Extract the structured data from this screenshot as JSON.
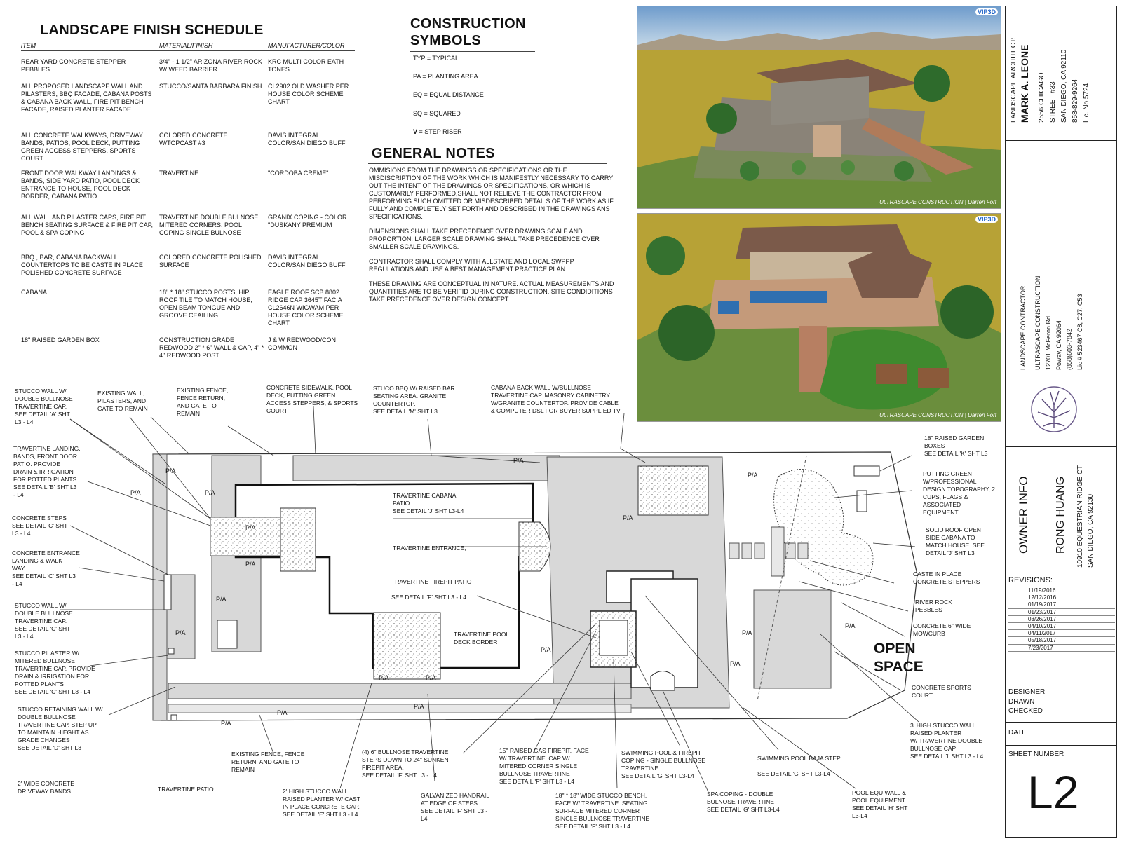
{
  "schedule": {
    "title": "LANDSCAPE FINISH SCHEDULE",
    "headers": [
      "iTEM",
      "MATERIAL/FINISH",
      "MANUFACTURER/COLOR"
    ],
    "rows": [
      [
        "REAR YARD CONCRETE STEPPER PEBBLES",
        "3/4\" - 1 1/2\" ARIZONA RIVER ROCK W/ WEED BARRIER",
        "KRC  MULTI COLOR EATH TONES"
      ],
      [
        "ALL PROPOSED LANDSCAPE WALL AND PILASTERS, BBQ FACADE, CABANA POSTS & CABANA BACK WALL, FIRE PIT BENCH FACADE, RAISED PLANTER FACADE",
        "STUCCO/SANTA BARBARA FINISH",
        "CL2902 OLD WASHER PER HOUSE  COLOR SCHEME CHART"
      ],
      [
        "ALL CONCRETE WALKWAYS, DRIVEWAY BANDS,  PATIOS,  POOL DECK, PUTTING GREEN ACCESS STEPPERS, SPORTS COURT",
        "COLORED CONCRETE W/TOPCAST  #3",
        "DAVIS INTEGRAL COLOR/SAN DIEGO BUFF"
      ],
      [
        "FRONT DOOR WALKWAY LANDINGS & BANDS, SIDE YARD PATIO, POOL DECK ENTRANCE TO HOUSE, POOL DECK BORDER, CABANA PATIO",
        "TRAVERTINE",
        "\"CORDOBA CREME\""
      ],
      [
        "ALL WALL AND PILASTER CAPS, FIRE PIT BENCH SEATING SURFACE & FIRE PIT CAP, POOL & SPA COPING",
        "TRAVERTINE DOUBLE BULNOSE MITERED CORNERS. POOL COPING SINGLE BULNOSE",
        "GRANIX COPING - COLOR \"DUSKANY PREMIUM"
      ],
      [
        "BBQ , BAR, CABANA BACKWALL COUNTERTOPS TO BE CASTE IN PLACE POLISHED CONCRETE SURFACE",
        "COLORED CONCRETE POLISHED SURFACE",
        "DAVIS INTEGRAL COLOR/SAN DIEGO BUFF"
      ],
      [
        "CABANA",
        "18\" * 18\" STUCCO POSTS, HIP ROOF TILE TO MATCH HOUSE, OPEN BEAM TONGUE AND GROOVE CEAILING",
        "EAGLE ROOF  SCB 8802 RIDGE CAP 3645T FACIA CL2646N WIGWAM PER HOUSE COLOR SCHEME CHART"
      ],
      [
        "18\" RAISED GARDEN BOX",
        "CONSTRUCTION GRADE REDWOOD 2\" * 6\" WALL & CAP, 4\" * 4\" REDWOOD POST",
        "J & W REDWOOD/CON COMMON"
      ]
    ]
  },
  "symbols": {
    "title_1": "CONSTRUCTION",
    "title_2": "SYMBOLS",
    "items": [
      "TYP = TYPICAL",
      "PA = PLANTING AREA",
      "EQ = EQUAL DISTANCE",
      "SQ = SQUARED",
      "= STEP RISER"
    ],
    "riser_glyph": "V"
  },
  "notes": {
    "title": "GENERAL NOTES",
    "paragraphs": [
      "OMMISIONS FROM THE DRAWINGS OR SPECIFICATIONS OR THE MISDISCRIPTION OF THE WORK WHICH IS MANIFESTLY NECESSARY TO CARRY OUT THE INTENT OF THE DRAWINGS OR SPECIFICATIONS, OR WHICH IS CUSTOMARILY PERFORMED,SHALL NOT RELIEVE THE CONTRACTOR FROM PERFORMING SUCH OMITTED OR MISDESCRIBED DETAILS OF THE WORK AS IF FULLY AND COMPLETELY SET FORTH AND DESCRIBED IN THE DRAWINGS ANS SPECIFICATIONS.",
      "DIMENSIONS SHALL TAKE PRECEDENCE OVER DRAWING SCALE AND PROPORTION. LARGER SCALE DRAWING SHALL TAKE PRECEDENCE OVER SMALLER SCALE DRAWINGS.",
      "CONTRACTOR SHALL COMPLY WITH ALLSTATE AND LOCAL SWPPP REGULATIONS AND USE A BEST MANAGEMENT PRACTICE PLAN.",
      "THESE DRAWING ARE CONCEPTUAL IN NATURE. ACTUAL MEASUREMENTS AND QUANTITIES ARE TO BE VERIFID DURING CONSTRUCTION.  SITE CONDIDITIONS TAKE PRECEDENCE OVER DESIGN CONCEPT."
    ]
  },
  "renders": {
    "watermark": "ULTRASCAPE CONSTRUCTION | Darren Fort",
    "badge": "VIP3D"
  },
  "title_block": {
    "architect": {
      "role": "LANDSCAPE ARCHITECT:",
      "name": "MARK A. LEONE",
      "lines": [
        "2556 CHICAGO",
        "STREET #33",
        "SAN DIEGO, CA 92110",
        "858-829-9264",
        "Lic. No 5724"
      ]
    },
    "contractor": {
      "role": "LANDSCAPE CONTRACTOR",
      "lines": [
        "ULTRASCAPE CONSTRUCTION",
        "12701 McFeron Rd",
        "Poway, CA 92064",
        "(858)603-7842",
        "Lic # 523467  C8, C27, C53"
      ]
    },
    "owner": {
      "heading": "OWNER INFO",
      "name": "RONG HUANG",
      "lines": [
        "10910 EQUESTRIAN RIDGE CT",
        "SAN DIEGO, CA 92130"
      ]
    },
    "revisions": {
      "heading": "REVISIONS:",
      "dates": [
        "11/19/2016",
        "12/12/2016",
        "01/19/2017",
        "01/23/2017",
        "03/26/2017",
        "04/10/2017",
        "04/11/2017",
        "05/18/2017",
        "7/23/2017"
      ]
    },
    "fields": [
      "DESIGNER",
      "DRAWN",
      "CHECKED"
    ],
    "date_label": "DATE",
    "sheet_label": "SHEET NUMBER",
    "sheet_number": "L2"
  },
  "plan": {
    "open_space": [
      "OPEN",
      "SPACE"
    ],
    "pa_label": "P/A",
    "callouts": [
      "STUCCO WALL W/\nDOUBLE BULLNOSE\nTRAVERTINE CAP.\nSEE DETAIL 'A' SHT\nL3 - L4",
      "EXISTING WALL,\nPILASTERS, AND\nGATE TO REMAIN",
      "EXISTING FENCE,\nFENCE RETURN,\nAND GATE TO\nREMAIN",
      "CONCRETE SIDEWALK, POOL\nDECK, PUTTING GREEN\nACCESS STEPPERS, & SPORTS\nCOURT",
      "STUCO BBQ W/ RAISED BAR\nSEATING AREA. GRANITE\nCOUNTERTOP.\n SEE DETAIL 'M' SHT L3",
      "CABANA BACK WALL W/BULLNOSE\nTRAVERTINE CAP. MASONRY CABINETRY\nW/GRANITE COUNTERTOP. PROVIDE CABLE\n& COMPUTER DSL FOR BUYER SUPPLIED TV",
      "TRAVERTINE LANDING,\nBANDS, FRONT DOOR\nPATIO. PROVIDE\nDRAIN & IRRIGATION\nFOR POTTED PLANTS\nSEE DETAIL 'B' SHT L3\n - L4",
      "CONCRETE STEPS\nSEE DETAIL 'C' SHT\nL3 - L4",
      "CONCRETE ENTRANCE\nLANDING & WALK\nWAY\nSEE DETAIL 'C' SHT L3\n - L4",
      "STUCCO WALL W/\nDOUBLE BULLNOSE\nTRAVERTINE CAP.\nSEE DETAIL 'C' SHT\nL3 - L4",
      "STUCCO PILASTER W/\nMITERED BULLNOSE\nTRAVERTINE CAP. PROVIDE\nDRAIN & IRRIGATION FOR\nPOTTED PLANTS\nSEE DETAIL 'C' SHT L3 - L4",
      "STUCCO RETAINING WALL W/\nDOUBLE BULLNOSE\nTRAVERTINE CAP. STEP UP\nTO MAINTAIN HIEGHT AS\nGRADE CHANGES\nSEE DETAIL 'D' SHT L3",
      "2' WIDE CONCRETE\nDRIVEWAY BANDS",
      "TRAVERTINE PATIO",
      "EXISTING FENCE, FENCE\nRETURN, AND GATE TO\nREMAIN",
      "2' HIGH STUCCO WALL\nRAISED PLANTER  W/ CAST\nIN PLACE CONCRETE CAP.\nSEE DETAIL 'E' SHT L3 - L4",
      "(4) 6\" BULLNOSE TRAVERTINE\nSTEPS DOWN TO 24\" SUNKEN\nFIREPIT AREA.\nSEE DETAIL 'F' SHT L3 - L4",
      "GALVANIZED HANDRAIL\nAT EDGE OF STEPS\nSEE DETAIL 'F' SHT L3 -\nL4",
      "15\" RAISED GAS FIREPIT. FACE\nW/ TRAVERTINE. CAP W/\nMITERED CORNER SINGLE\nBULLNOSE TRAVERTINE\nSEE DETAIL 'F' SHT L3 - L4",
      "18\" * 18\" WIDE STUCCO BENCH.\nFACE W/ TRAVERTINE. SEATING\nSURFACE MITERED CORNER\nSINGLE BULLNOSE TRAVERTINE\nSEE DETAIL 'F' SHT L3 - L4",
      "SWIMMING POOL & FIREPIT\nCOPING -  SINGLE BULLNOSE\nTRAVERTINE\nSEE DETAIL 'G' SHT L3-L4",
      "SPA COPING -  DOUBLE\nBULNOSE TRAVERTINE\nSEE DETAIL 'G' SHT L3-L4",
      "SWIMMING POOL BAJA STEP\n\nSEE DETAIL 'G' SHT L3-L4",
      "POOL EQU WALL &\nPOOL EQUIPMENT\nSEE DETAIL 'H' SHT\nL3-L4",
      "3' HIGH STUCCO WALL\nRAISED PLANTER\nW/ TRAVERTINE DOUBLE\nBULLNOSE CAP\nSEE DETAIL 'I' SHT L3 - L4",
      "CONCRETE SPORTS\nCOURT",
      "CONCRETE 6\" WIDE\nMOWCURB",
      "RIVER ROCK\nPEBBLES",
      "CASTE IN PLACE\nCONCRETE STEPPERS",
      "SOLID ROOF OPEN\nSIDE CABANA TO\nMATCH HOUSE. SEE\nDETAIL 'J' SHT L3",
      "PUTTING GREEN\nW/PROFESSIONAL\nDESIGN TOPOGRAPHY, 2\nCUPS, FLAGS &\nASSOCIATED\nEQUIPMENT",
      "18\" RAISED GARDEN\nBOXES\nSEE DETAIL 'K' SHT L3",
      "TRAVERTINE  CABANA\nPATIO\nSEE DETAIL 'J' SHT L3-L4",
      "TRAVERTINE ENTRANCE,",
      "TRAVERTINE FIREPIT PATIO\n\nSEE DETAIL 'F' SHT L3 - L4",
      "TRAVERTINE POOL\nDECK BORDER"
    ]
  },
  "colors": {
    "paving": "#d8d8d8",
    "wall": "#9a9a9a",
    "sky": "#8db3d8",
    "field": "#b7a236",
    "lawn": "#3f8a2e"
  }
}
